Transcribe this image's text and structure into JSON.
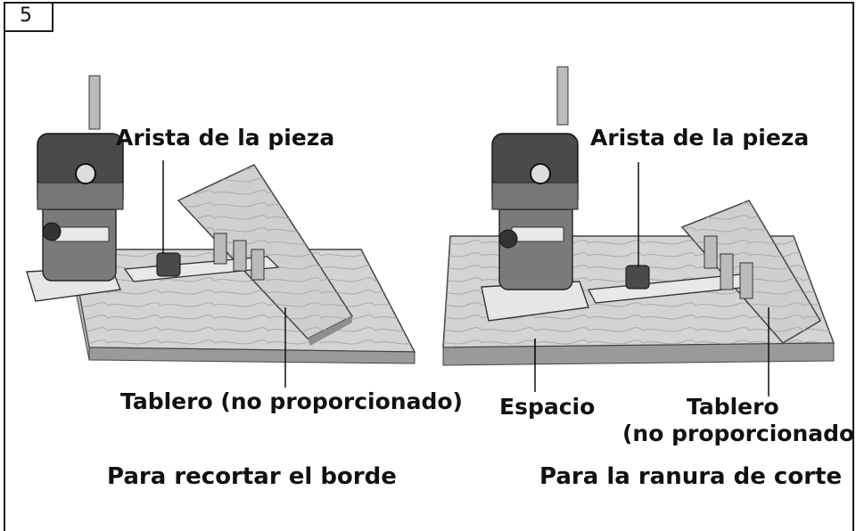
{
  "figure_number": "5",
  "left_panel": {
    "edge_label": "Arista de la pieza",
    "board_label": "Tablero (no proporcionado)",
    "caption": "Para recortar el borde"
  },
  "right_panel": {
    "edge_label": "Arista de la pieza",
    "gap_label": "Espacio",
    "board_label_line1": "Tablero",
    "board_label_line2": "(no proporcionado)",
    "caption": "Para la ranura de corte"
  },
  "colors": {
    "wood": "#cfcfcf",
    "wood_dark": "#9a9a9a",
    "tool": "#8a8a8a",
    "tool_dark": "#3a3a3a",
    "ink": "#111111"
  }
}
